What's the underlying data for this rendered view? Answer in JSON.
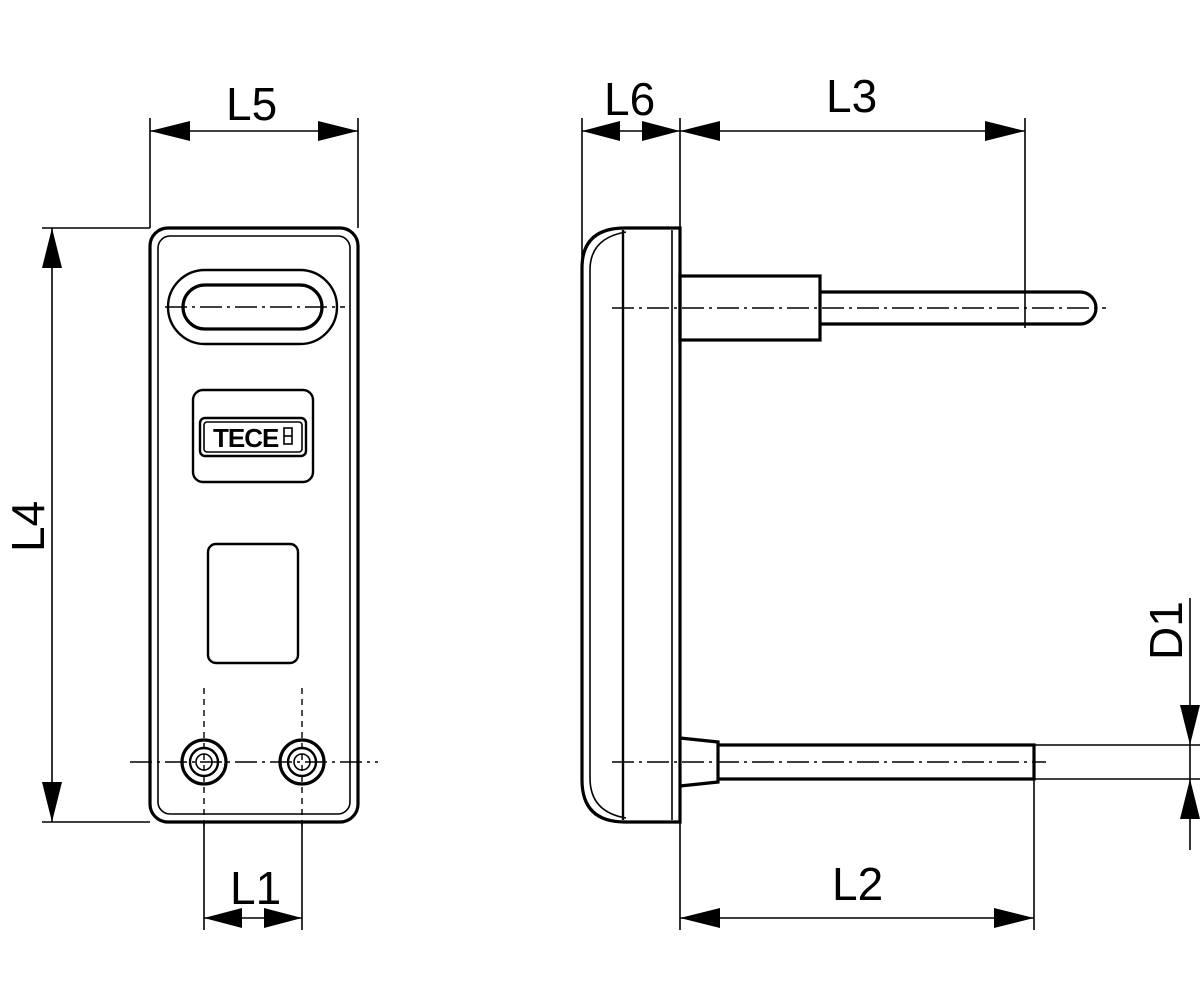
{
  "labels": {
    "L1": "L1",
    "L2": "L2",
    "L3": "L3",
    "L4": "L4",
    "L5": "L5",
    "L6": "L6",
    "D1": "D1"
  },
  "logo_text": "TECE"
}
